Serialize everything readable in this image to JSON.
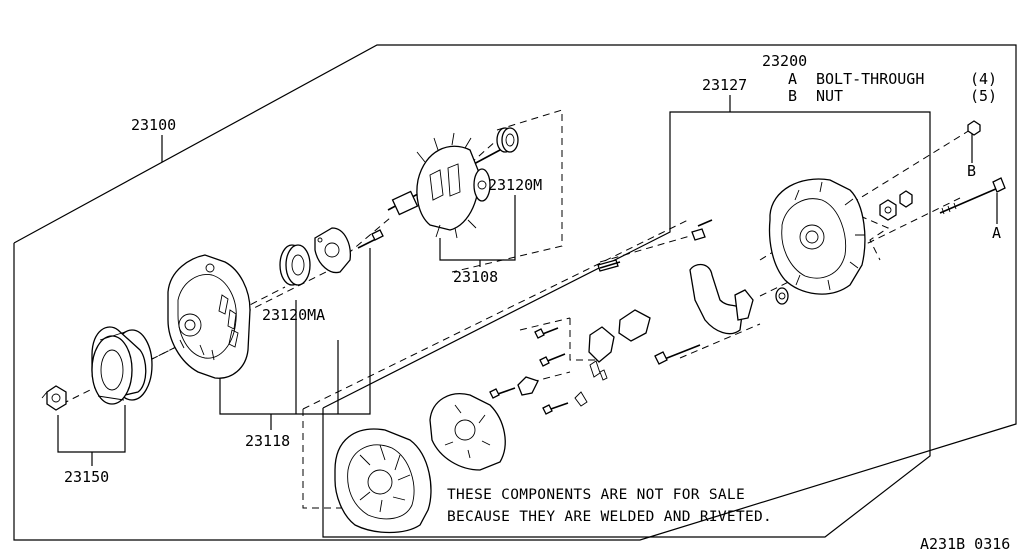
{
  "labels": {
    "alternator_assy": "23100",
    "pulley_nut": "23150",
    "front_cover_assy": "23118",
    "bearing_front": "23120MA",
    "bearing_rear": "23120M",
    "rotor_assy": "23108",
    "regulator_assy": "23127",
    "rear_cover_assy": "23200"
  },
  "legend": {
    "a_letter": "A",
    "a_text": "BOLT-THROUGH",
    "a_qty": "(4)",
    "b_letter": "B",
    "b_text": "NUT",
    "b_qty": "(5)"
  },
  "callouts": {
    "a": "A",
    "b": "B"
  },
  "note": {
    "line1": "THESE COMPONENTS ARE NOT FOR SALE",
    "line2": "BECAUSE THEY ARE WELDED AND RIVETED."
  },
  "diagram_code": "A231B 0316"
}
